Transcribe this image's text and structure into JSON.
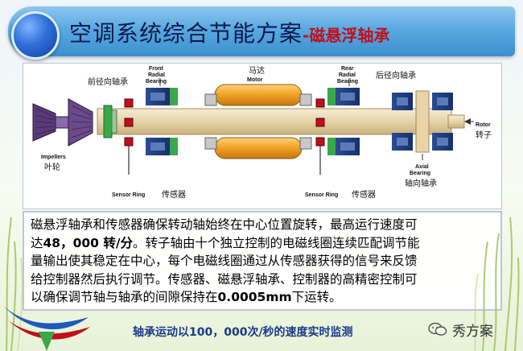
{
  "title": {
    "main": "空调系统综合节能方案",
    "separator": "-",
    "sub": "磁悬浮轴承"
  },
  "diagram": {
    "labels": {
      "front_radial_bearing_en": [
        "Front",
        "Radial",
        "Bearing"
      ],
      "front_radial_bearing_cn": "前径向轴承",
      "motor_cn": "马达",
      "motor_en": "Motor",
      "rear_radial_bearing_en": [
        "Rear",
        "Radial",
        "Bearing"
      ],
      "rear_radial_bearing_cn": "后径向轴承",
      "rotor_en": "Rotor",
      "rotor_cn": "转子",
      "impellers_en": "Impellers",
      "impellers_cn": "叶轮",
      "axial_bearing_en": [
        "Axial",
        "Bearing"
      ],
      "axial_bearing_cn": "轴向轴承",
      "sensor_ring_en_1": "Sensor Ring",
      "sensor_cn_1": "传感器",
      "sensor_ring_en_2": "Sensor Ring",
      "sensor_cn_2": "传感器"
    }
  },
  "description": {
    "line1": "磁悬浮轴承和传感器确保转动轴始终在中心位置旋转，最高运行速度可",
    "line2_a": "达",
    "line2_b": "48，000 转/分",
    "line2_c": "。转子轴由十个独立控制的电磁线圈连续匹配调节能",
    "line3": "量输出使其稳定在中心，每个电磁线圈通过从传感器获得的信号来反馈",
    "line4": "给控制器然后执行调节。传感器、磁悬浮轴承、控制器的高精密控制可",
    "line5_a": "以确保调节轴与轴承的间隙保持在",
    "line5_b": "0.0005mm",
    "line5_c": "下运转。"
  },
  "footer": {
    "monitor_text": "轴承运动以100，000次/秒的速度实时监测",
    "watermark": "秀方案"
  },
  "colors": {
    "title_blue": "#5aa9e2",
    "accent_red": "#c0101a",
    "bearing_navy": "#1e3a78",
    "bearing_green": "#3aa84a",
    "motor_orange": "#f0a020",
    "shaft_tan": "#efe1c0",
    "impeller_purple": "#5a3a7a"
  }
}
